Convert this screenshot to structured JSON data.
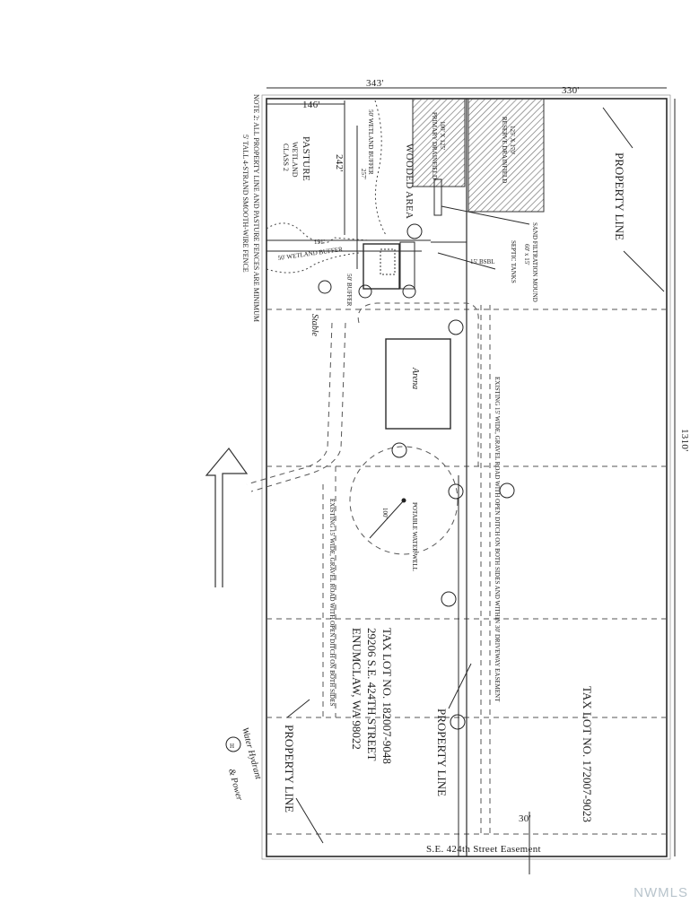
{
  "dimensions": {
    "top_left": "343'",
    "top_right": "330'",
    "left_offset": "146'",
    "right_total": "1310'",
    "inner_242": "242'",
    "inner_257": "257'",
    "inner_191": "191'",
    "road_30": "30'",
    "well_radius": "100'"
  },
  "notes": {
    "line1": "NOTE 2:  ALL PROPERTY LINE AND PASTURE FENCES ARE MINIMUM",
    "line2": "5' TALL 4-STRAND SMOOTH-WIRE FENCE"
  },
  "areas": {
    "pasture": "PASTURE",
    "wetland": "WETLAND",
    "class": "CLASS 2",
    "wooded": "WOODED AREA",
    "arena": "Arena",
    "stable": "Stable"
  },
  "drainfield": {
    "primary": "PRIMARY DRAINFIELD",
    "primary_size": "100' X 125'",
    "reserve": "RESERVE DRAINFIELD",
    "reserve_size": "125' X 170'"
  },
  "labels": {
    "wetland_buffer_a": "50' WETLAND BUFFER",
    "wetland_buffer_b": "50' WETLAND BUFFER",
    "buffer_50": "50' BUFFER",
    "sand_mound": "SAND FILTRATION MOUND",
    "sand_mound_size": "60' x 15'",
    "septic": "SEPTIC TANKS",
    "bsbl": "15' BSBL",
    "road_top": "EXISTING 15' WIDE, GRAVEL ROAD WITH OPEN DITCH ON BOTH SIDES AND WITHIN 30' DRIVEWAY EASEMENT",
    "road_bottom": "EXISTING 15' WIDE, GRAVEL ROAD WITH OPEN DITCH ON BOTH SIDES",
    "well": "POTABLE WATER WELL",
    "property_line_top": "PROPERTY LINE",
    "property_line_mid": "PROPERTY LINE",
    "property_line_bottom": "PROPERTY LINE",
    "street": "S.E. 424th Street Easement",
    "hydrant_mark": "H",
    "hydrant_legend": "Water Hydrant",
    "hydrant_legend2": "& Power"
  },
  "tax_lots": {
    "main_line1": "TAX LOT NO. 182007-9048",
    "main_line2": "29206 S.E. 424TH STREET",
    "main_line3": "ENUMCLAW, WA  98022",
    "neighbor": "TAX LOT NO. 172007-9023"
  },
  "watermark": "NWMLS"
}
